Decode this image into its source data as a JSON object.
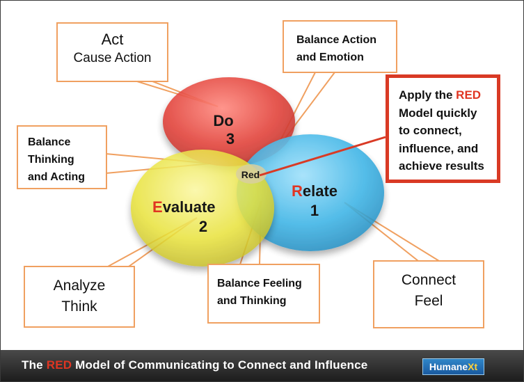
{
  "diagram": {
    "circles": {
      "do": {
        "label": "Do",
        "number": "3",
        "color": "#e2443c"
      },
      "evaluate": {
        "first_letter": "E",
        "rest": "valuate",
        "number": "2",
        "color": "#e8e23a"
      },
      "relate": {
        "first_letter": "R",
        "rest": "elate",
        "number": "1",
        "color": "#3cb4e6"
      }
    },
    "center_label": "Red",
    "callouts": {
      "act_title": "Act",
      "act_sub": "Cause Action",
      "balance_action": [
        "Balance Action",
        "and Emotion"
      ],
      "balance_thinking": [
        "Balance",
        "Thinking",
        "and Acting"
      ],
      "analyze": [
        "Analyze",
        "Think"
      ],
      "balance_feeling": [
        "Balance Feeling",
        "and Thinking"
      ],
      "connect": [
        "Connect",
        "Feel"
      ]
    },
    "apply_box": {
      "before": "Apply the ",
      "red": "RED",
      "lines": [
        "Model quickly",
        "to connect,",
        "influence, and",
        "achieve results"
      ],
      "border_color": "#d93a25"
    }
  },
  "footer": {
    "prefix": "The ",
    "red": "RED",
    "suffix": " Model of Communicating to Connect and Influence"
  },
  "logo": {
    "main": "Humane",
    "accent": "Xt"
  }
}
